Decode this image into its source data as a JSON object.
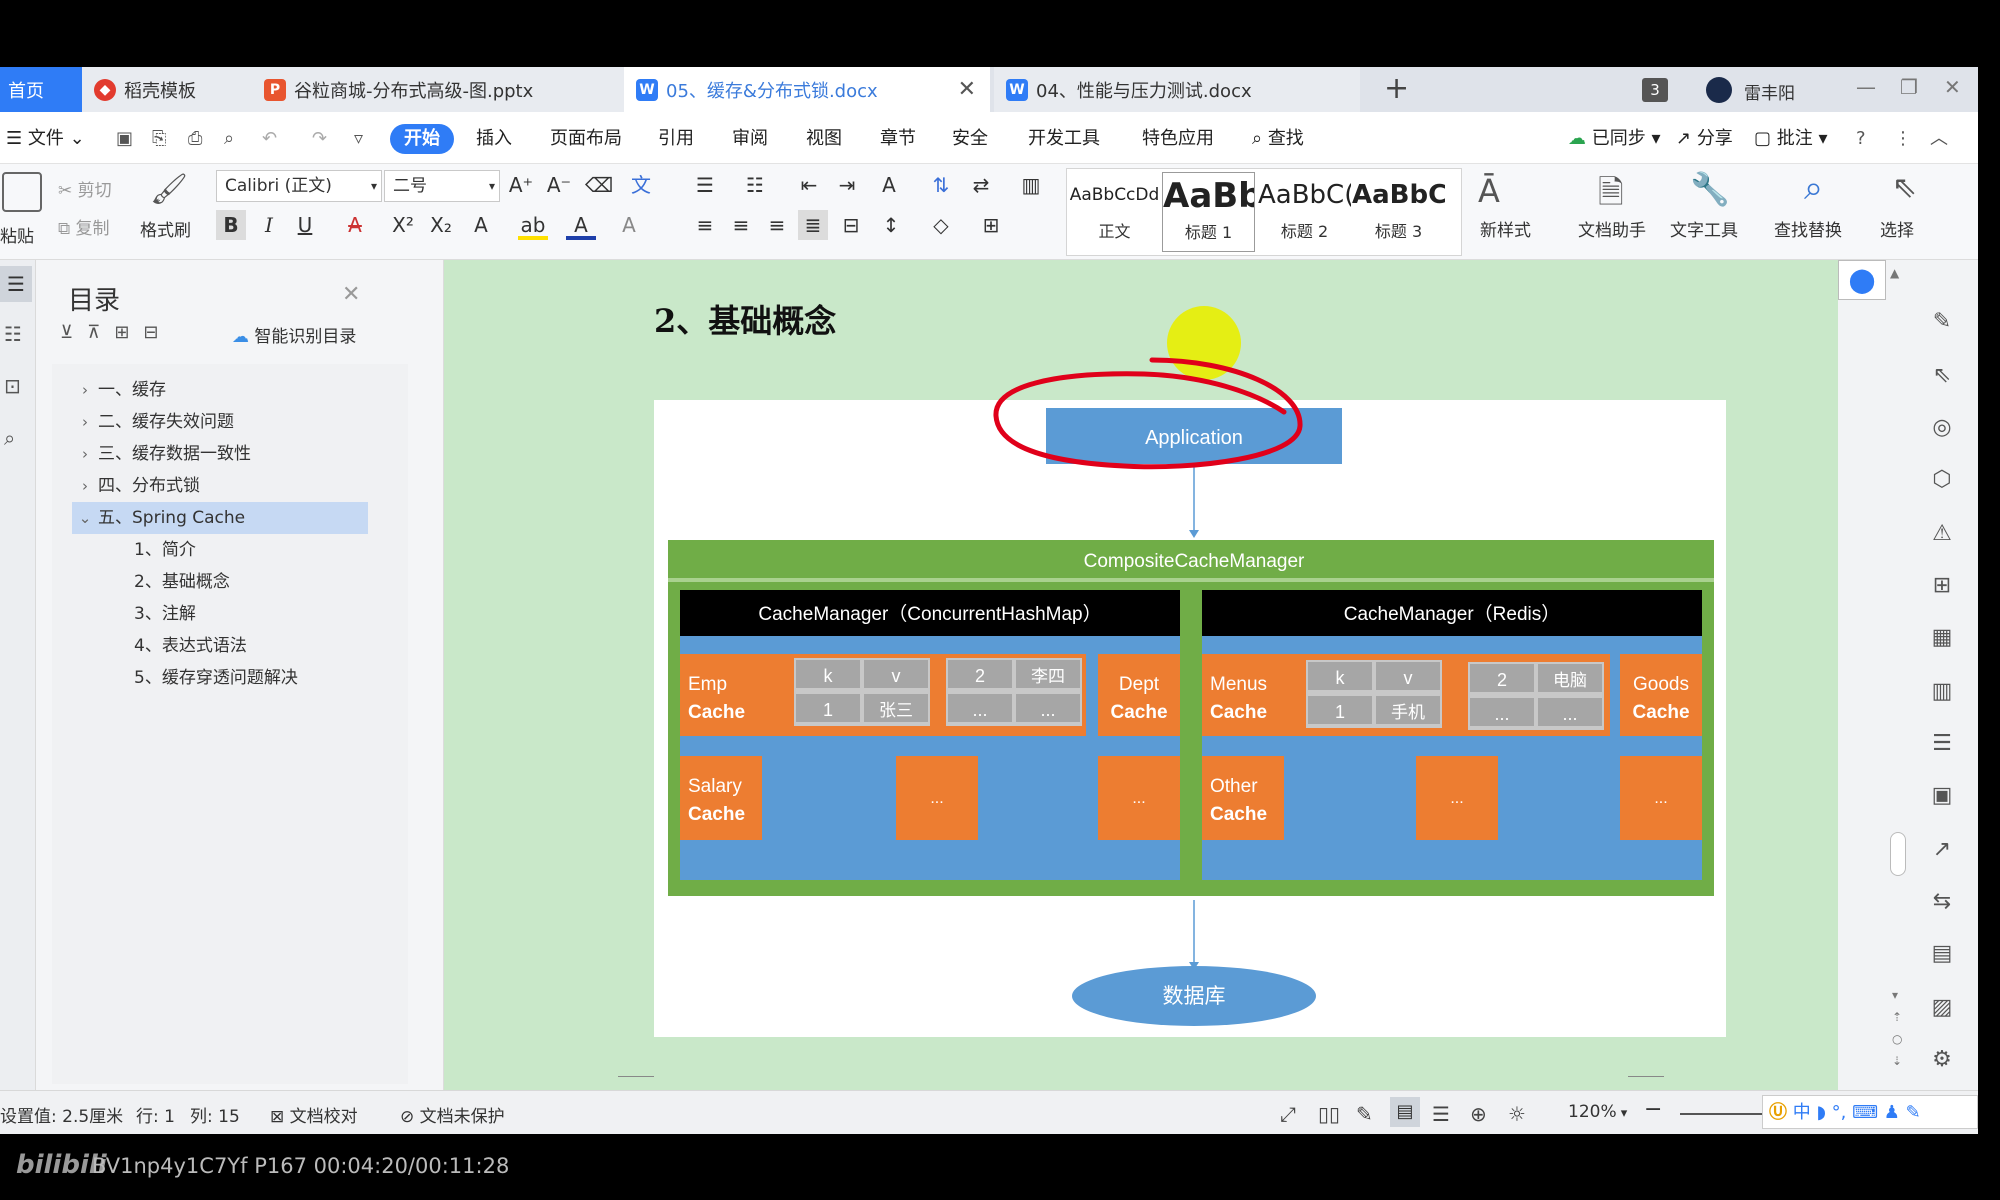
{
  "tabs": {
    "home": "首页",
    "template": "稻壳模板",
    "pptx": "谷粒商城-分布式高级-图.pptx",
    "active_docx": "05、缓存&分布式锁.docx",
    "docx2": "04、性能与压力测试.docx",
    "new_tab": "+",
    "badge_count": "3",
    "user_name": "雷丰阳"
  },
  "menu": {
    "file": "文件",
    "start": "开始",
    "insert": "插入",
    "layout": "页面布局",
    "references": "引用",
    "review": "审阅",
    "view": "视图",
    "chapter": "章节",
    "security": "安全",
    "devtools": "开发工具",
    "features": "特色应用",
    "search": "查找",
    "synced": "已同步",
    "share": "分享",
    "annotate": "批注"
  },
  "ribbon": {
    "paste": "粘贴",
    "cut": "剪切",
    "copy": "复制",
    "format_painter": "格式刷",
    "font_name": "Calibri (正文)",
    "font_size": "二号",
    "styles": [
      {
        "preview": "AaBbCcDd",
        "name": "正文"
      },
      {
        "preview": "AaBb",
        "name": "标题 1"
      },
      {
        "preview": "AaBbC(",
        "name": "标题 2"
      },
      {
        "preview": "AaBbC(",
        "name": "标题 3"
      }
    ],
    "new_style": "新样式",
    "doc_assistant": "文档助手",
    "text_tools": "文字工具",
    "find_replace": "查找替换",
    "select": "选择"
  },
  "toc": {
    "title": "目录",
    "smart_detect": "智能识别目录",
    "items": [
      {
        "label": "一、缓存"
      },
      {
        "label": "二、缓存失效问题"
      },
      {
        "label": "三、缓存数据一致性"
      },
      {
        "label": "四、分布式锁"
      },
      {
        "label": "五、Spring Cache"
      }
    ],
    "sub_items": [
      {
        "label": "1、简介"
      },
      {
        "label": "2、基础概念"
      },
      {
        "label": "3、注解"
      },
      {
        "label": "4、表达式语法"
      },
      {
        "label": "5、缓存穿透问题解决"
      }
    ]
  },
  "document": {
    "heading": "2、基础概念"
  },
  "diagram": {
    "application": "Application",
    "composite": "CompositeCacheManager",
    "left_manager": "CacheManager（ConcurrentHashMap）",
    "right_manager": "CacheManager（Redis）",
    "emp_cache": [
      "Emp",
      "Cache"
    ],
    "dept_cache": [
      "Dept",
      "Cache"
    ],
    "salary_cache": [
      "Salary",
      "Cache"
    ],
    "menus_cache": [
      "Menus",
      "Cache"
    ],
    "goods_cache": [
      "Goods",
      "Cache"
    ],
    "other_cache": [
      "Other",
      "Cache"
    ],
    "ellipsis": "...",
    "left_kv": {
      "k": "k",
      "v": "v",
      "k1": "1",
      "v1": "张三"
    },
    "left_kv2": {
      "k": "2",
      "v": "李四",
      "k1": "...",
      "v1": "..."
    },
    "right_kv": {
      "k": "k",
      "v": "v",
      "k1": "1",
      "v1": "手机"
    },
    "right_kv2": {
      "k": "2",
      "v": "电脑",
      "k1": "...",
      "v1": "..."
    },
    "database": "数据库",
    "colors": {
      "blue": "#5b9bd5",
      "green": "#70ad47",
      "orange": "#ed7d31",
      "black": "#000000",
      "red_annotation": "#e0001a",
      "highlight": "#e8ee00"
    }
  },
  "status": {
    "setting": "设置值: 2.5厘米",
    "row": "行: 1",
    "col": "列: 15",
    "proofread": "文档校对",
    "unprotected": "文档未保护",
    "zoom": "120%"
  },
  "video": {
    "logo": "bilibili",
    "info": "BV1np4y1C7Yf P167 00:04:20/00:11:28"
  }
}
